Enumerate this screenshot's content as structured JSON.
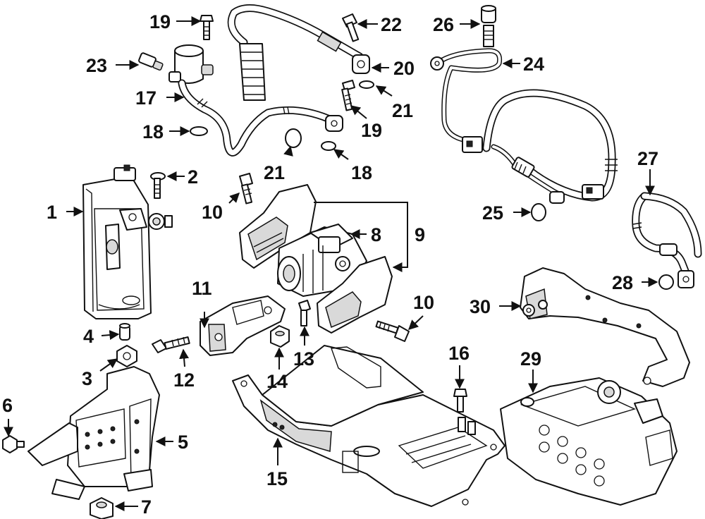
{
  "diagram": {
    "callouts": [
      "1",
      "2",
      "3",
      "4",
      "5",
      "6",
      "7",
      "8",
      "9",
      "10",
      "10",
      "11",
      "12",
      "13",
      "14",
      "15",
      "16",
      "17",
      "18",
      "18",
      "19",
      "19",
      "20",
      "21",
      "21",
      "22",
      "23",
      "24",
      "25",
      "26",
      "27",
      "28",
      "29",
      "30"
    ]
  }
}
